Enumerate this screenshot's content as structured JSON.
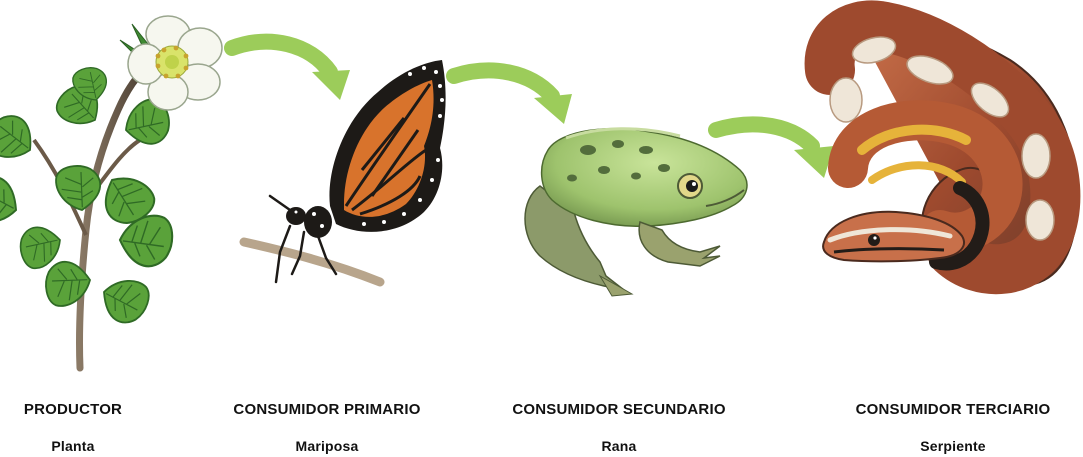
{
  "colors": {
    "arrow": "#9ccc5a",
    "leaf": "#5aa23a",
    "leaf_dark": "#2f6a25",
    "stem": "#6b5a48",
    "petal": "#f6f7ef",
    "butterfly_orange": "#d8732c",
    "butterfly_black": "#1d1a17",
    "frog_green": "#9ec36d",
    "frog_dark": "#536d3c",
    "snake_red": "#b55a35",
    "snake_cream": "#efe6d8",
    "snake_yellow": "#e6b33a",
    "snake_black": "#221c18"
  },
  "chain": [
    {
      "role": "PRODUCTOR",
      "name": "Planta",
      "icon": "strawberry-plant-icon"
    },
    {
      "role": "CONSUMIDOR PRIMARIO",
      "name": "Mariposa",
      "icon": "butterfly-icon"
    },
    {
      "role": "CONSUMIDOR SECUNDARIO",
      "name": "Rana",
      "icon": "frog-icon"
    },
    {
      "role": "CONSUMIDOR TERCIARIO",
      "name": "Serpiente",
      "icon": "snake-icon"
    }
  ],
  "arrows": [
    {
      "from": "Planta",
      "to": "Mariposa"
    },
    {
      "from": "Mariposa",
      "to": "Rana"
    },
    {
      "from": "Rana",
      "to": "Serpiente"
    }
  ]
}
